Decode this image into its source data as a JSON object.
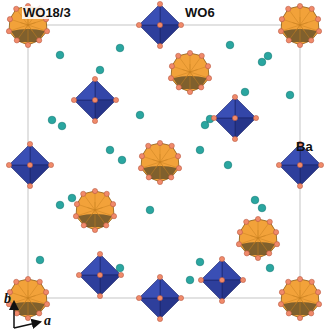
{
  "diagram": {
    "labels": [
      "WO18/3",
      "WO6",
      "Ba",
      "b",
      "a"
    ]
  }
}
